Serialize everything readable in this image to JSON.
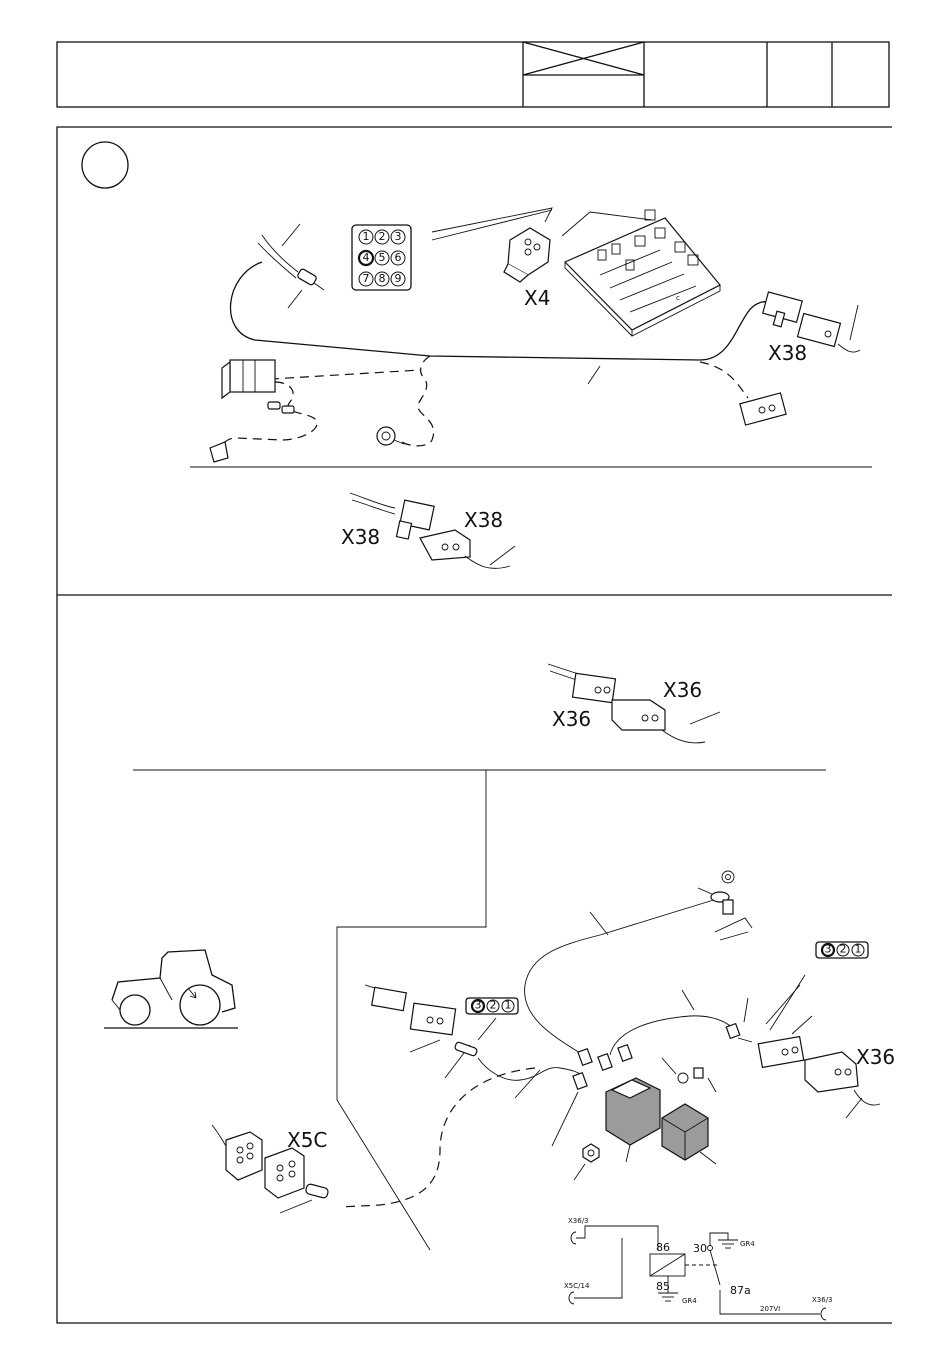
{
  "connectors": {
    "x4": "X4",
    "x38_main": "X38",
    "x38_detail_left": "X38",
    "x38_detail_right": "X38",
    "x36_detail_left": "X36",
    "x36_detail_right": "X36",
    "x36_lower": "X36",
    "x5c": "X5C"
  },
  "pin_grid": [
    "1",
    "2",
    "3",
    "4",
    "5",
    "6",
    "7",
    "8",
    "9"
  ],
  "pin_triplet": [
    "3",
    "2",
    "1"
  ],
  "schematic": {
    "x36_3_top": "X36/3",
    "x5c_14": "X5C/14",
    "x36_3_bottom": "X36/3",
    "term_86": "86",
    "term_85": "85",
    "term_30": "30",
    "term_87a": "87a",
    "gr4_top": "GR4",
    "gr4_bottom": "GR4",
    "wire_code": "207VI"
  },
  "colors": {
    "line": "#111111",
    "relay_fill": "#9b9b9b",
    "background": "#ffffff"
  }
}
